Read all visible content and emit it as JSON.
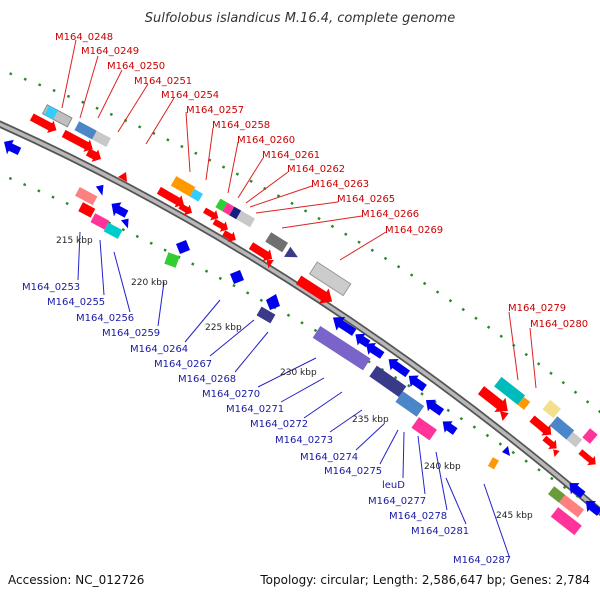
{
  "title": "Sulfolobus islandicus M.16.4, complete genome",
  "footer": {
    "accession": "Accession: NC_012726",
    "topology": "Topology: circular; Length: 2,586,647 bp; Genes: 2,784"
  },
  "ticks": [
    "215 kbp",
    "220 kbp",
    "225 kbp",
    "230 kbp",
    "235 kbp",
    "240 kbp",
    "245 kbp"
  ],
  "top_labels": [
    "M164_0248",
    "M164_0249",
    "M164_0250",
    "M164_0251",
    "M164_0254",
    "M164_0257",
    "M164_0258",
    "M164_0260",
    "M164_0261",
    "M164_0262",
    "M164_0263",
    "M164_0265",
    "M164_0266",
    "M164_0269",
    "M164_0279",
    "M164_0280"
  ],
  "bottom_labels": [
    "M164_0253",
    "M164_0255",
    "M164_0256",
    "M164_0259",
    "M164_0264",
    "M164_0267",
    "M164_0268",
    "M164_0270",
    "M164_0271",
    "M164_0272",
    "M164_0273",
    "M164_0274",
    "M164_0275",
    "leuD",
    "M164_0277",
    "M164_0278",
    "M164_0281",
    "M164_0287"
  ],
  "colors": {
    "forward": "#ff0000",
    "reverse": "#0000ee",
    "backbone": "#9a9a9a",
    "gc_dots": "#2a8a2a",
    "label_top": "#cc0000",
    "label_bottom": "#1a1aa6"
  }
}
